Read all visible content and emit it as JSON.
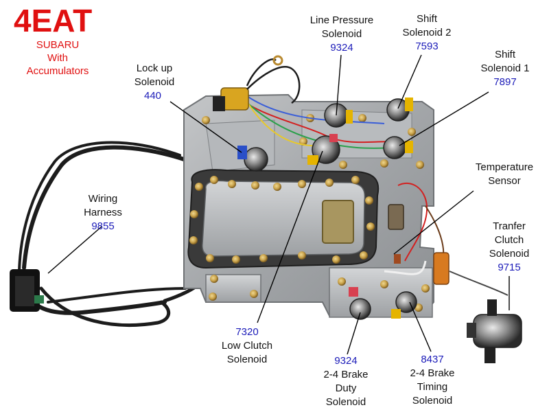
{
  "title": "4EAT",
  "subtitle_lines": [
    "SUBARU",
    "With",
    "Accumulators"
  ],
  "colors": {
    "title": "#e01010",
    "part_number": "#1a1ab8",
    "label_text": "#111111",
    "leader_line": "#000000",
    "valve_body": "#a9acaf",
    "gasket": "#3a3a3a",
    "harness": "#1c1c1c"
  },
  "labels": {
    "lockup": {
      "lines": [
        "Lock up",
        "Solenoid"
      ],
      "number": "440"
    },
    "line_pressure": {
      "lines": [
        "Line Pressure",
        "Solenoid"
      ],
      "number": "9324"
    },
    "shift2": {
      "lines": [
        "Shift",
        "Solenoid 2"
      ],
      "number": "7593"
    },
    "shift1": {
      "lines": [
        "Shift",
        "Solenoid 1"
      ],
      "number": "7897"
    },
    "temperature": {
      "lines": [
        "Temperature",
        "Sensor"
      ],
      "number": ""
    },
    "transfer": {
      "lines": [
        "Tranfer",
        "Clutch",
        "Solenoid"
      ],
      "number": "9715"
    },
    "harness": {
      "lines": [
        "Wiring",
        "Harness"
      ],
      "number": "9855"
    },
    "low_clutch": {
      "lines": [
        "Low Clutch",
        "Solenoid"
      ],
      "number": "7320",
      "number_first": true
    },
    "brake_duty": {
      "lines": [
        "2-4 Brake",
        "Duty",
        "Solenoid"
      ],
      "number": "9324",
      "number_first": true
    },
    "brake_timing": {
      "lines": [
        "2-4 Brake",
        "Timing",
        "Solenoid"
      ],
      "number": "8437",
      "number_first": true
    }
  }
}
